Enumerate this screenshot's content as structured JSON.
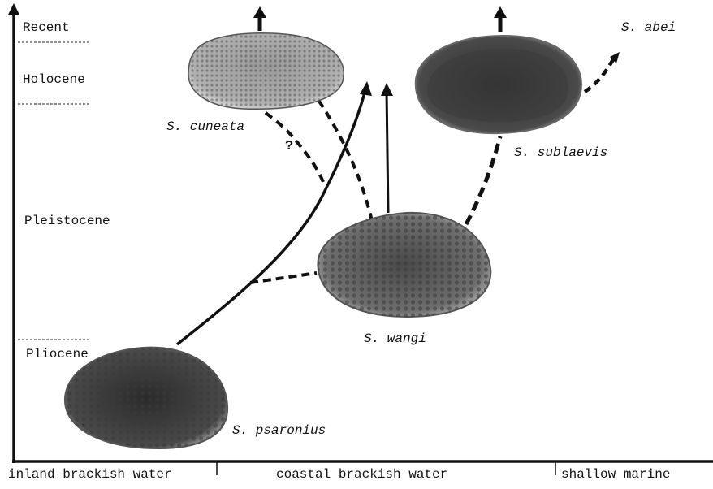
{
  "time_periods": {
    "recent": "Recent",
    "holocene": "Holocene",
    "pleistocene": "Pleistocene",
    "pliocene": "Pliocene"
  },
  "environments": {
    "inland": "inland brackish water",
    "coastal": "coastal brackish water",
    "marine": "shallow marine"
  },
  "species": {
    "cuneata": "S. cuneata",
    "sublaevis": "S. sublaevis",
    "abei": "S. abei",
    "wangi": "S. wangi",
    "psaronius": "S. psaronius"
  },
  "uncertainty_mark": "?"
}
